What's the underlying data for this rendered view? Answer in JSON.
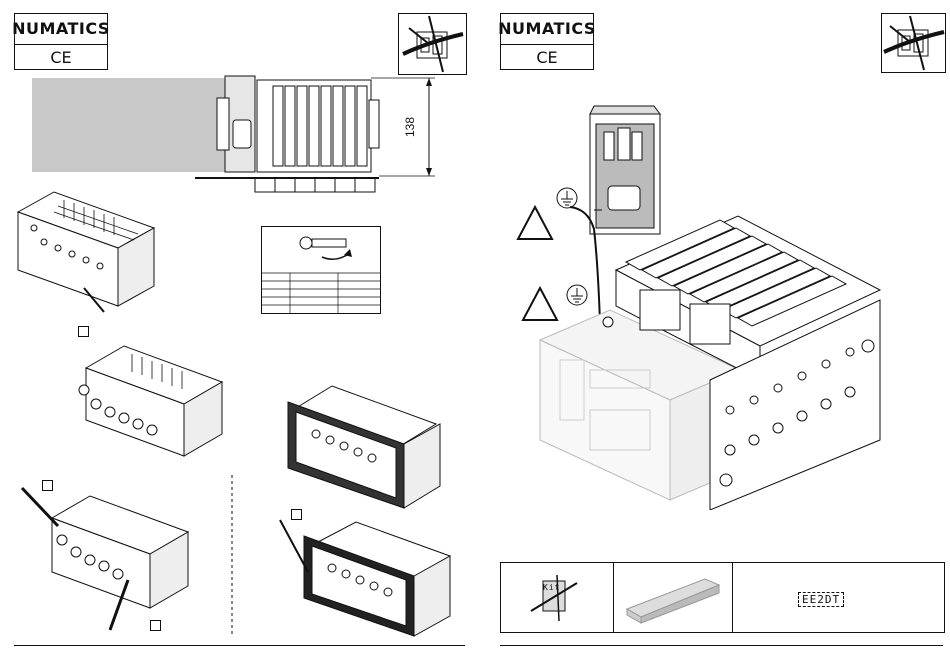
{
  "left_page": {
    "logo": {
      "brand": "NUMATICS",
      "mark": "CE"
    },
    "dimension_label": "138"
  },
  "right_page": {
    "logo": {
      "brand": "NUMATICS",
      "mark": "CE"
    },
    "kit_label": "Kit",
    "part_label": "EE2DT"
  },
  "icons": [
    "no-wrench-icon",
    "ground-icon",
    "warning-icon"
  ]
}
